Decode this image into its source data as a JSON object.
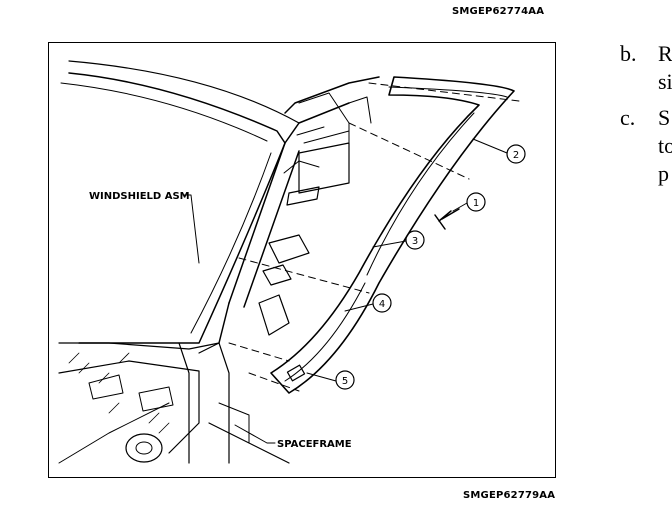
{
  "figure": {
    "code_top": "SMGEP62774AA",
    "code_bottom": "SMGEP62779AA",
    "labels": {
      "windshield": "WINDSHIELD ASM",
      "spaceframe": "SPACEFRAME"
    },
    "callouts": [
      "1",
      "2",
      "3",
      "4",
      "5"
    ]
  },
  "steps": [
    {
      "marker": "b.",
      "lines": [
        "R",
        "si"
      ]
    },
    {
      "marker": "c.",
      "lines": [
        "S",
        "to",
        "p"
      ]
    }
  ]
}
